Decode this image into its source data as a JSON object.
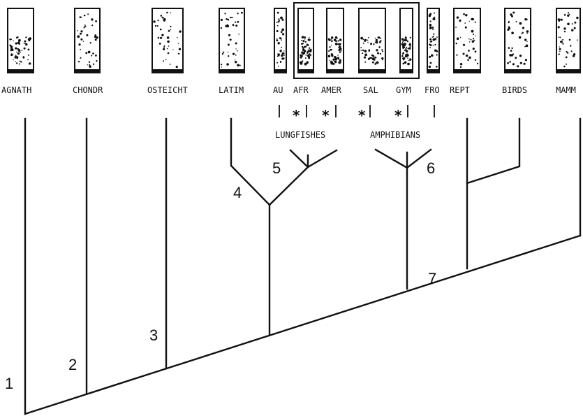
{
  "taxa": [
    {
      "id": "agnath",
      "label": "AGNATH"
    },
    {
      "id": "chondr",
      "label": "CHONDR"
    },
    {
      "id": "osteicht",
      "label": "OSTEICHT"
    },
    {
      "id": "latim",
      "label": "LATIM"
    },
    {
      "id": "au",
      "label": "AU"
    },
    {
      "id": "afr",
      "label": "AFR"
    },
    {
      "id": "amer",
      "label": "AMER"
    },
    {
      "id": "sal",
      "label": "SAL"
    },
    {
      "id": "gym",
      "label": "GYM"
    },
    {
      "id": "fro",
      "label": "FRO"
    },
    {
      "id": "rept",
      "label": "REPT"
    },
    {
      "id": "birds",
      "label": "BIRDS"
    },
    {
      "id": "mamm",
      "label": "MAMM"
    }
  ],
  "groups": {
    "lungfishes": "LUNGFISHES",
    "amphibians": "AMPHIBIANS"
  },
  "markers": {
    "star": "*",
    "starred_taxa": [
      "afr",
      "amer",
      "sal",
      "gym"
    ]
  },
  "nodes": [
    "1",
    "2",
    "3",
    "4",
    "5",
    "6",
    "7"
  ],
  "colors": {
    "ink": "#111111",
    "background": "#ffffff"
  }
}
